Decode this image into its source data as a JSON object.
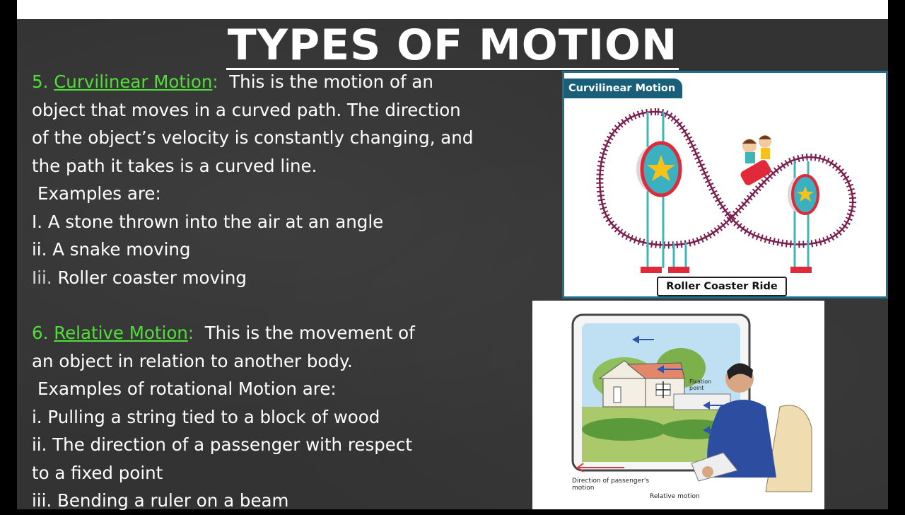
{
  "title": "TYPES OF MOTION",
  "section5": {
    "number": "5.",
    "heading": "Curvilinear Motion",
    "colon": ":",
    "definition_lines": [
      "This is the motion of an",
      "object that moves in a curved path. The direction",
      "of the object’s velocity is constantly changing, and",
      "the path it takes is a curved line."
    ],
    "examples_label": "Examples are:",
    "examples": [
      {
        "marker": "I.",
        "text": "A stone thrown into the air at an angle"
      },
      {
        "marker": "ii.",
        "text": "A snake moving"
      },
      {
        "marker": "Iii.",
        "text": "Roller coaster moving"
      }
    ]
  },
  "section6": {
    "number": "6.",
    "heading": "Relative Motion",
    "colon": ":",
    "definition_lines": [
      "This is the movement of",
      "an object in relation to another body."
    ],
    "examples_label": "Examples of rotational Motion are:",
    "examples": [
      {
        "marker": "i.",
        "text": "Pulling a string tied to a block of wood"
      },
      {
        "marker": "ii.",
        "text": "The direction of a passenger with respect"
      },
      {
        "marker": "",
        "text": "to a fixed point"
      },
      {
        "marker": "iii.",
        "text": "Bending a ruler on a beam"
      }
    ]
  },
  "image1": {
    "tag": "Curvilinear Motion",
    "caption": "Roller Coaster Ride",
    "colors": {
      "track": "#7a1f4e",
      "support": "#3fb5b8",
      "wheel": "#3ab0c0",
      "star": "#f6c21a",
      "base": "#e02a3a"
    }
  },
  "image2": {
    "label_direction": "Direction of passenger's motion",
    "label_caption": "Relative motion",
    "label_fixation": "Fixation point"
  },
  "colors": {
    "board": "#333333",
    "heading_green": "#4ee036",
    "text": "#ffffff"
  }
}
